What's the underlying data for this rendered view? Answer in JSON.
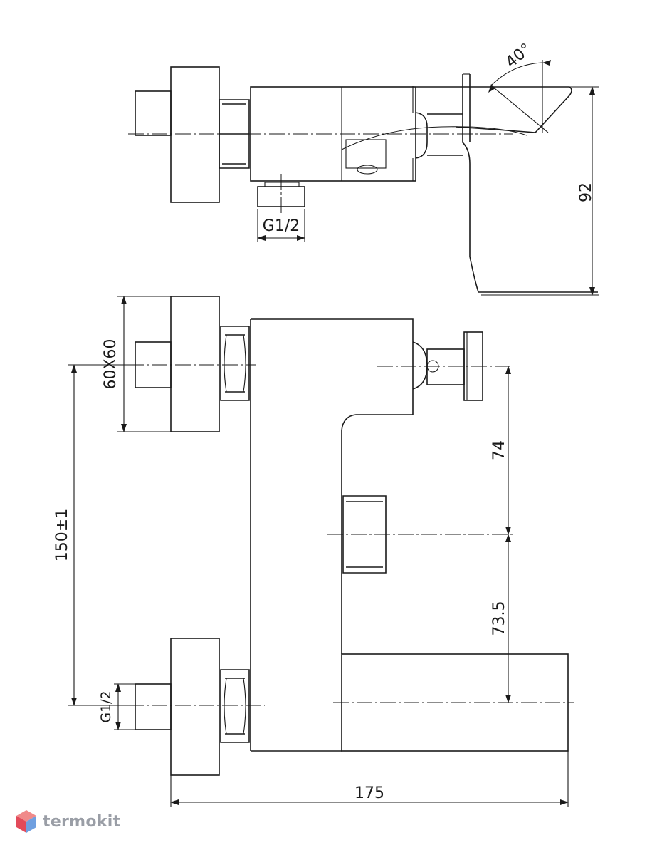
{
  "dimensions": {
    "angle": "40°",
    "height_top": "92",
    "thread_top": "G1/2",
    "flange": "60X60",
    "center_distance": "150±1",
    "dim_74": "74",
    "dim_73_5": "73.5",
    "thread_bottom": "G1/2",
    "overall_length": "175"
  },
  "brand": {
    "name": "termokit",
    "icon": "hexagon-cube-icon",
    "colors": {
      "top": "#f08a8a",
      "left": "#e24a5a",
      "right": "#6f9fe0",
      "text": "#9a9ea6"
    }
  }
}
